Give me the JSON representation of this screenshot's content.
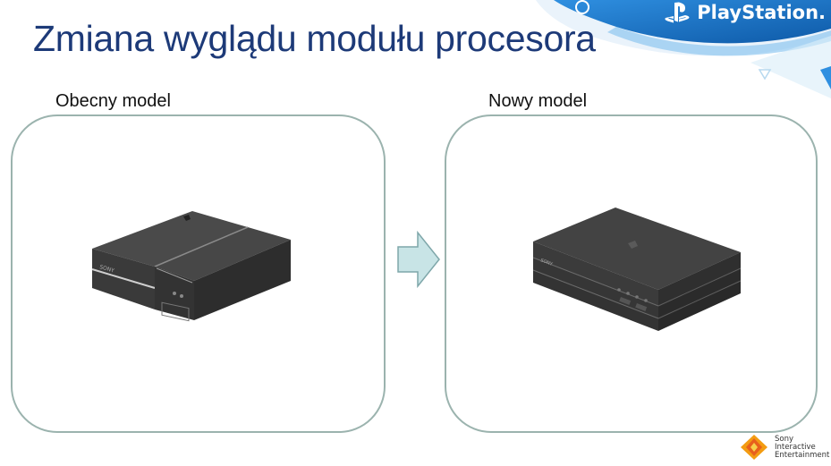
{
  "slide": {
    "title": "Zmiana wyglądu modułu procesora",
    "left_label": "Obecny model",
    "right_label": "Nowy model"
  },
  "branding": {
    "playstation_text": "PlayStation.",
    "sie_lines": [
      "Sony",
      "Interactive",
      "Entertainment"
    ]
  },
  "icons": {
    "arrow": "right-arrow-icon",
    "ps_logo": "playstation-logo-icon",
    "sie_logo": "sony-interactive-entertainment-logo-icon"
  },
  "colors": {
    "title": "#1d3a78",
    "banner": "#1a6fc0",
    "panel_border": "#9bb3ae",
    "arrow_fill": "#c8e4e6",
    "arrow_stroke": "#7fa7aa",
    "console_dark": "#3f3f3f"
  }
}
